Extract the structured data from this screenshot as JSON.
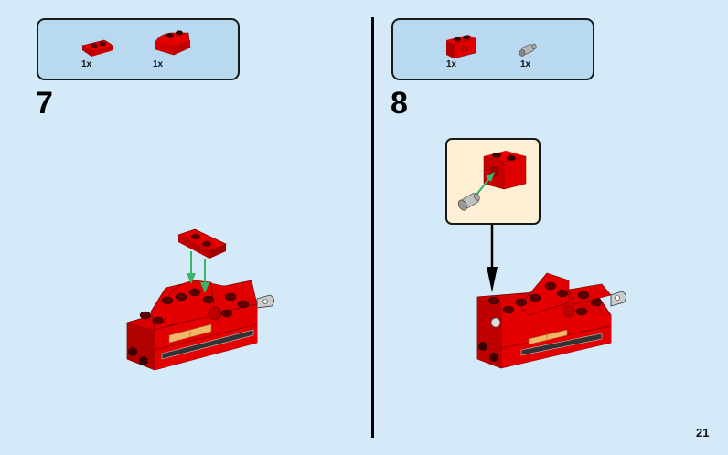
{
  "page": {
    "number": "21",
    "background": "#d4eaf8"
  },
  "steps": [
    {
      "number": "7",
      "parts": [
        {
          "name": "red-plate-1x2",
          "qty": "1x",
          "color": "#e00000"
        },
        {
          "name": "red-curved-slope-2x2",
          "qty": "1x",
          "color": "#e00000"
        }
      ],
      "arrows_color": "#3bb36a"
    },
    {
      "number": "8",
      "parts": [
        {
          "name": "red-technic-brick-1x2-with-hole",
          "qty": "1x",
          "color": "#e00000"
        },
        {
          "name": "grey-technic-pin-connector",
          "qty": "1x",
          "color": "#a0a0a0"
        }
      ],
      "callout_background": "#fdf0d4",
      "arrows_color": "#3bb36a"
    }
  ],
  "colors": {
    "parts_box_bg": "#b9d9f1",
    "brick_red": "#e00000",
    "brick_dark_red": "#a00000",
    "stud_dark": "#3a0000",
    "tan_tile": "#f2b86a",
    "grey": "#b5b5b5"
  }
}
